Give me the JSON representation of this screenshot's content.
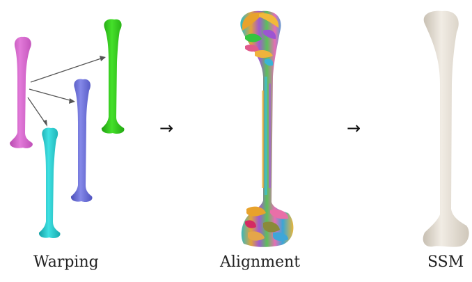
{
  "panels": {
    "warping": {
      "label": "Warping"
    },
    "alignment": {
      "label": "Alignment"
    },
    "ssm": {
      "label": "SSM"
    }
  },
  "arrows": {
    "step1": "→",
    "step2": "→"
  },
  "colors": {
    "source_bone": "#d96ad0",
    "warped_green": "#33c91a",
    "warped_blue": "#6b6fd6",
    "warped_cyan": "#27c6c8",
    "mean_shape": "#e8e2d8",
    "arrow_line": "#555555"
  }
}
